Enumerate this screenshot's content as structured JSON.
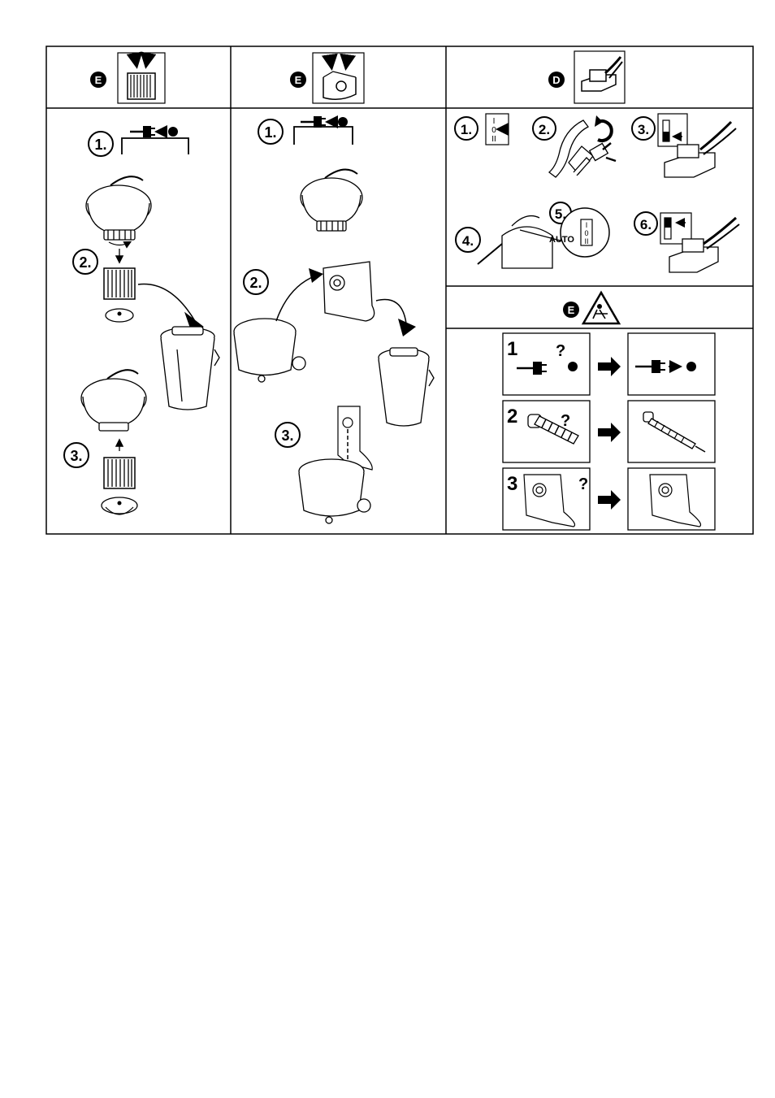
{
  "sections": {
    "filter": {
      "lang": "E",
      "steps": [
        "1.",
        "2.",
        "3."
      ]
    },
    "bag": {
      "lang": "E",
      "steps": [
        "1.",
        "2.",
        "3."
      ]
    },
    "tool": {
      "lang": "D",
      "steps": [
        "1.",
        "2.",
        "3.",
        "4.",
        "5.",
        "6."
      ],
      "switch_labels": {
        "on": "I",
        "off": "0",
        "auto": "II"
      },
      "auto_text": "AUTO"
    },
    "troubleshoot": {
      "lang": "E",
      "rows": [
        {
          "num": "1",
          "q": "?"
        },
        {
          "num": "2",
          "q": "?"
        },
        {
          "num": "3",
          "q": "?"
        }
      ]
    }
  },
  "colors": {
    "line": "#000000",
    "light_line": "#444444",
    "paper": "#ffffff"
  },
  "icons": [
    "lang-badge-icon",
    "plug-icon",
    "filter-cartridge-icon",
    "dust-bag-icon",
    "power-tool-icon",
    "warning-triangle-icon",
    "arrow-right-icon",
    "hose-icon",
    "vacuum-head-icon",
    "dust-bin-icon"
  ]
}
